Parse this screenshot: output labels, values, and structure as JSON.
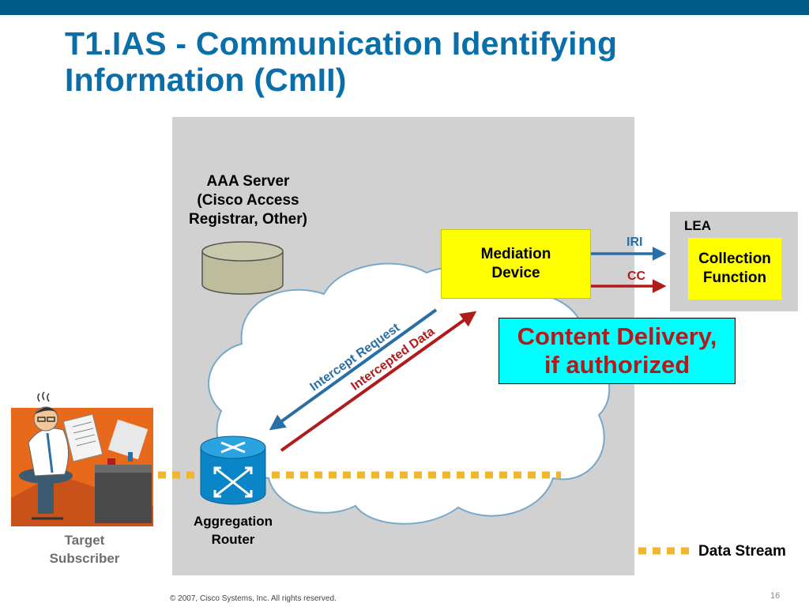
{
  "slide": {
    "title_line1": "T1.IAS - Communication Identifying",
    "title_line2": "Information (CmII)",
    "footer": "© 2007, Cisco Systems, Inc. All rights reserved.",
    "page_number": "16"
  },
  "diagram": {
    "aaa_line1": "AAA Server",
    "aaa_line2": "(Cisco Access",
    "aaa_line3": "Registrar, Other)",
    "mediation_line1": "Mediation",
    "mediation_line2": "Device",
    "lea_label": "LEA",
    "collection_line1": "Collection",
    "collection_line2": "Function",
    "iri_label": "IRI",
    "cc_label": "CC",
    "content_line1": "Content Delivery,",
    "content_line2": "if authorized",
    "intercept_request": "Intercept Request",
    "intercepted_data": "Intercepted Data",
    "router_line1": "Aggregation",
    "router_line2": "Router",
    "subscriber_line1": "Target",
    "subscriber_line2": "Subscriber",
    "legend_data_stream": "Data Stream"
  },
  "colors": {
    "title": "#0a6fa8",
    "iri_arrow": "#2a6ea6",
    "cc_arrow": "#b01c1c",
    "data_stream": "#f0b62e",
    "router": "#0a86c8",
    "highlight": "#ffff00",
    "content_box": "#00ffff"
  },
  "icons": {
    "router": "router-icon",
    "database": "database-icon",
    "subscriber": "office-worker-illustration"
  }
}
